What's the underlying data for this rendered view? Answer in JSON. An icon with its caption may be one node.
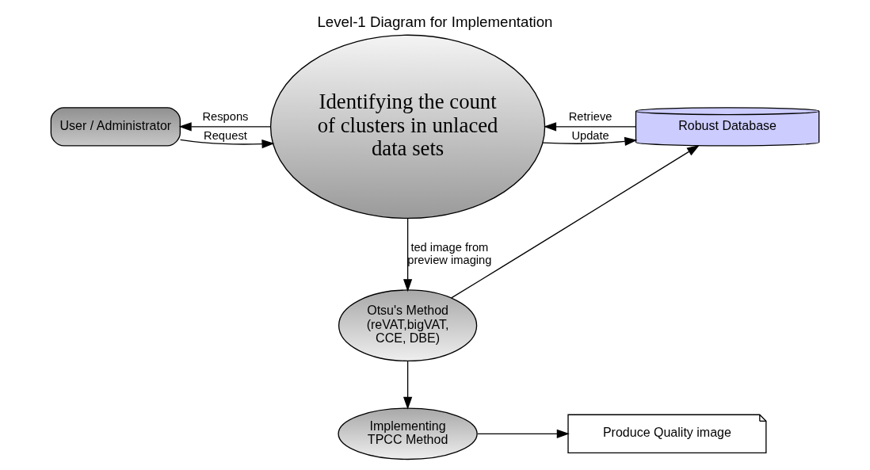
{
  "diagram": {
    "title": "Level-1 Diagram for Implementation",
    "nodes": [
      {
        "text": [
          "User / Administrator"
        ]
      },
      {
        "text": [
          "Identifying the count of clusters in unlaced data sets"
        ]
      },
      {
        "text": [
          "Robust Database"
        ]
      },
      {
        "text": [
          "Otsu's Method (reVAT,bigVAT, CCE, DBE)"
        ]
      },
      {
        "text": [
          "Implementing TPCC Method"
        ]
      },
      {
        "text": [
          "Produce Quality image"
        ]
      }
    ],
    "edges": [
      {
        "from": 0,
        "to": 1,
        "arrow": "to",
        "label": "Request"
      },
      {
        "from": 1,
        "to": 0,
        "arrow": "to",
        "label": "Respons"
      },
      {
        "from": 1,
        "to": 2,
        "arrow": "to",
        "label": "Update"
      },
      {
        "from": 2,
        "to": 1,
        "arrow": "to",
        "label": "Retrieve"
      },
      {
        "from": 1,
        "to": 3,
        "arrow": "to",
        "label": "ted image from preview imaging"
      },
      {
        "from": 3,
        "to": 2,
        "arrow": "to"
      },
      {
        "from": 3,
        "to": 4,
        "arrow": "to"
      },
      {
        "from": 4,
        "to": 5,
        "arrow": "to"
      }
    ]
  }
}
